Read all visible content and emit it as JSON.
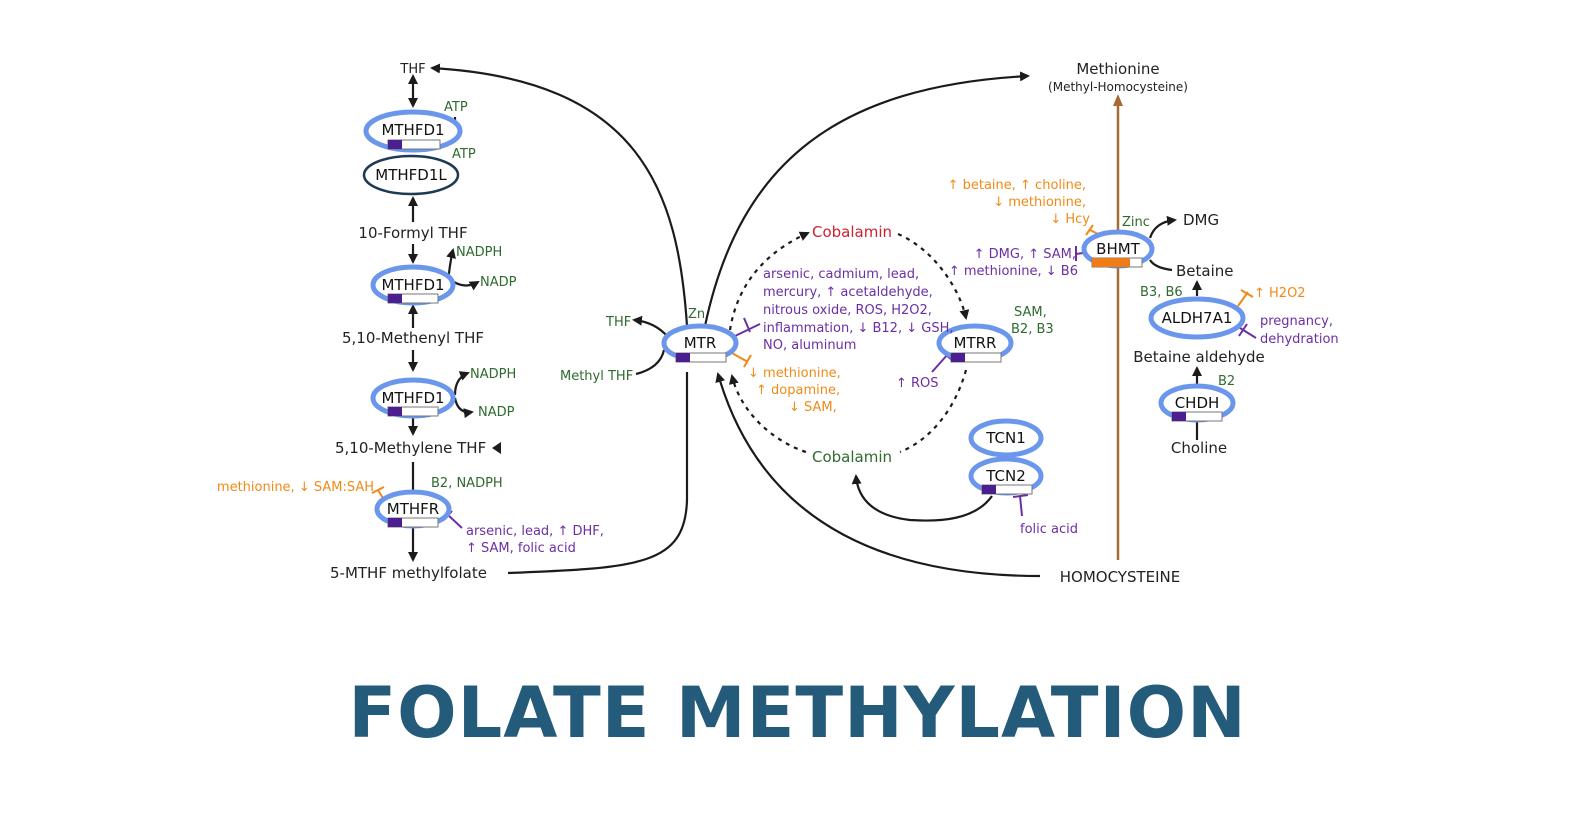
{
  "title": "FOLATE METHYLATION",
  "colors": {
    "title": "#245a7a",
    "enzyme_ring": "#6a96ec",
    "enzyme_dark": "#1e3a52",
    "bar_purple": "#4b1f8f",
    "bar_orange": "#f07c17",
    "cofactor_green": "#2e6b2e",
    "modulator_orange": "#f08a16",
    "modulator_purple": "#6c2fa3",
    "cobalamin_red": "#d01f2f",
    "bhmt_axis": "#a86a35",
    "line": "#1b1b1b"
  },
  "metabolites": {
    "thf_top": "THF",
    "formyl_thf": "10-Formyl THF",
    "methenyl_thf": "5,10-Methenyl THF",
    "methylene_thf": "5,10-Methylene THF",
    "mthf": "5-MTHF methylfolate",
    "thf_mtr": "THF",
    "methyl_thf": "Methyl THF",
    "methionine": "Methionine",
    "methionine_sub": "(Methyl-Homocysteine)",
    "cobalamin_top": "Cobalamin",
    "cobalamin_bottom": "Cobalamin",
    "homocysteine": "HOMOCYSTEINE",
    "dmg": "DMG",
    "betaine": "Betaine",
    "betaine_aldehyde": "Betaine aldehyde",
    "choline": "Choline"
  },
  "enzymes": {
    "mthfd1_a": "MTHFD1",
    "mthfd1l": "MTHFD1L",
    "mthfd1_b": "MTHFD1",
    "mthfd1_c": "MTHFD1",
    "mthfr": "MTHFR",
    "mtr": "MTR",
    "mtrr": "MTRR",
    "tcn1": "TCN1",
    "tcn2": "TCN2",
    "bhmt": "BHMT",
    "aldh7a1": "ALDH7A1",
    "chdh": "CHDH"
  },
  "cofactors": {
    "atp1": "ATP",
    "atp2": "ATP",
    "nadph1": "NADPH",
    "nadp1": "NADP",
    "nadph2": "NADPH",
    "nadp2": "NADP",
    "b2_nadph": "B2, NADPH",
    "zn": "Zn",
    "sam_1": "SAM,",
    "sam_2": "B2, B3",
    "zinc": "Zinc",
    "b3_b6": "B3, B6",
    "b2": "B2"
  },
  "modulators": {
    "mthfr_orange": "methionine, ↓ SAM:SAH",
    "mthfr_purple_1": "arsenic, lead, ↑ DHF,",
    "mthfr_purple_2": "↑ SAM, folic acid",
    "mtr_purple_1": "arsenic, cadmium, lead,",
    "mtr_purple_2": "mercury, ↑ acetaldehyde,",
    "mtr_purple_3": "nitrous oxide, ROS, H2O2,",
    "mtr_purple_4": "inflammation, ↓ B12, ↓ GSH,",
    "mtr_purple_5": "NO, aluminum",
    "mtr_orange_1": "↓ methionine,",
    "mtr_orange_2": "↑ dopamine,",
    "mtr_orange_3": "↓ SAM,",
    "mtrr_purple": "↑ ROS",
    "tcn2_purple": "folic acid",
    "bhmt_orange_1": "↑ betaine, ↑ choline,",
    "bhmt_orange_2": "↓ methionine,",
    "bhmt_orange_3": "↓ Hcy",
    "bhmt_purple_1": "↑ DMG, ↑ SAM,",
    "bhmt_purple_2": "↑ methionine, ↓ B6",
    "aldh_orange": "↑ H2O2",
    "aldh_purple_1": "pregnancy,",
    "aldh_purple_2": "dehydration"
  }
}
